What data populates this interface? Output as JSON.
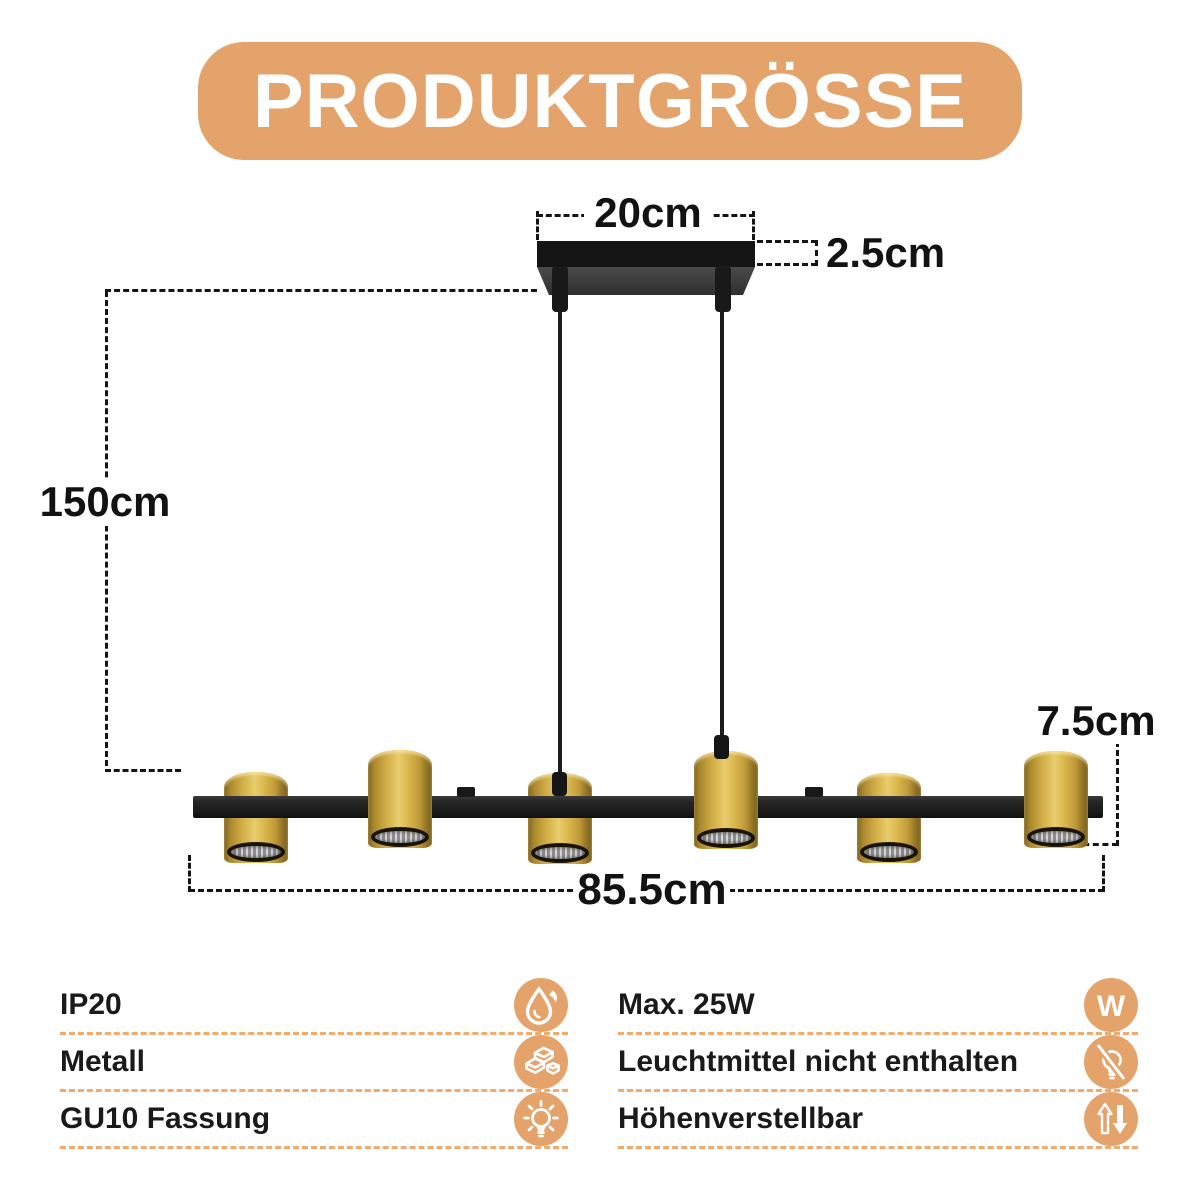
{
  "banner": {
    "title": "PRODUKTGRÖSSE"
  },
  "diagram": {
    "canopy_width_label": "20cm",
    "canopy_height_label": "2.5cm",
    "suspension_height_label": "150cm",
    "spot_height_label": "7.5cm",
    "bar_width_label": "85.5cm"
  },
  "specs": {
    "left": [
      {
        "label": "IP20",
        "icon": "water-drop-icon"
      },
      {
        "label": "Metall",
        "icon": "metal-ingots-icon"
      },
      {
        "label": "GU10 Fassung",
        "icon": "bulb-shine-icon"
      }
    ],
    "right": [
      {
        "label": "Max. 25W",
        "icon": "watt-icon"
      },
      {
        "label": "Leuchtmittel nicht enthalten",
        "icon": "bulb-excluded-icon"
      },
      {
        "label": "Höhenverstellbar",
        "icon": "height-adjustable-icon"
      }
    ]
  },
  "colors": {
    "accent": "#E5A36C",
    "accent_dash": "#F2AA6D",
    "text": "#1A1A1A"
  }
}
